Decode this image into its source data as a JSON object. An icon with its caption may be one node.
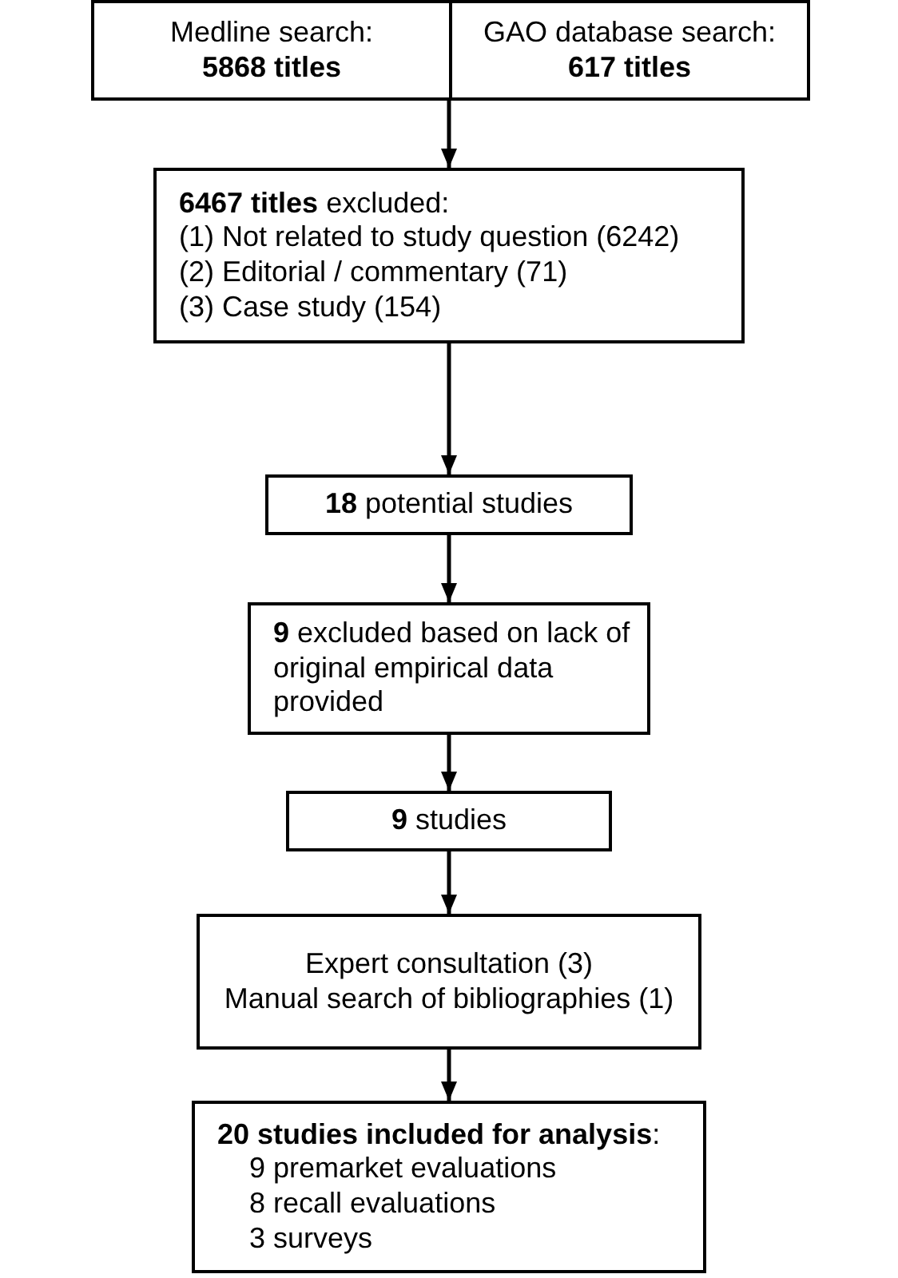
{
  "diagram": {
    "nodes": [
      {
        "text": [
          "Medline search:",
          "5868 titles"
        ]
      },
      {
        "text": [
          "GAO database search:",
          "617 titles"
        ]
      },
      {
        "text": [
          "**6467 titles** excluded:",
          "(1) Not related to study question (6242)",
          "(2) Editorial / commentary (71)",
          "(3) Case study (154)"
        ]
      },
      {
        "text": [
          "**18** potential studies"
        ]
      },
      {
        "text": [
          "**9** excluded based on lack of original empirical data provided"
        ]
      },
      {
        "text": [
          "**9** studies"
        ]
      },
      {
        "text": [
          "Expert consultation (3)",
          "Manual search of bibliographies (1)"
        ]
      },
      {
        "text": [
          "**20 studies included for analysis**:",
          "9 premarket evaluations",
          "8 recall evaluations",
          "3 surveys"
        ]
      }
    ],
    "edges": [
      {
        "from": 0,
        "to": 2,
        "arrow": "to"
      },
      {
        "from": 1,
        "to": 2,
        "arrow": "to"
      },
      {
        "from": 2,
        "to": 3,
        "arrow": "to"
      },
      {
        "from": 3,
        "to": 4,
        "arrow": "to"
      },
      {
        "from": 4,
        "to": 5,
        "arrow": "to"
      },
      {
        "from": 5,
        "to": 6,
        "arrow": "to"
      },
      {
        "from": 6,
        "to": 7,
        "arrow": "to"
      }
    ]
  }
}
